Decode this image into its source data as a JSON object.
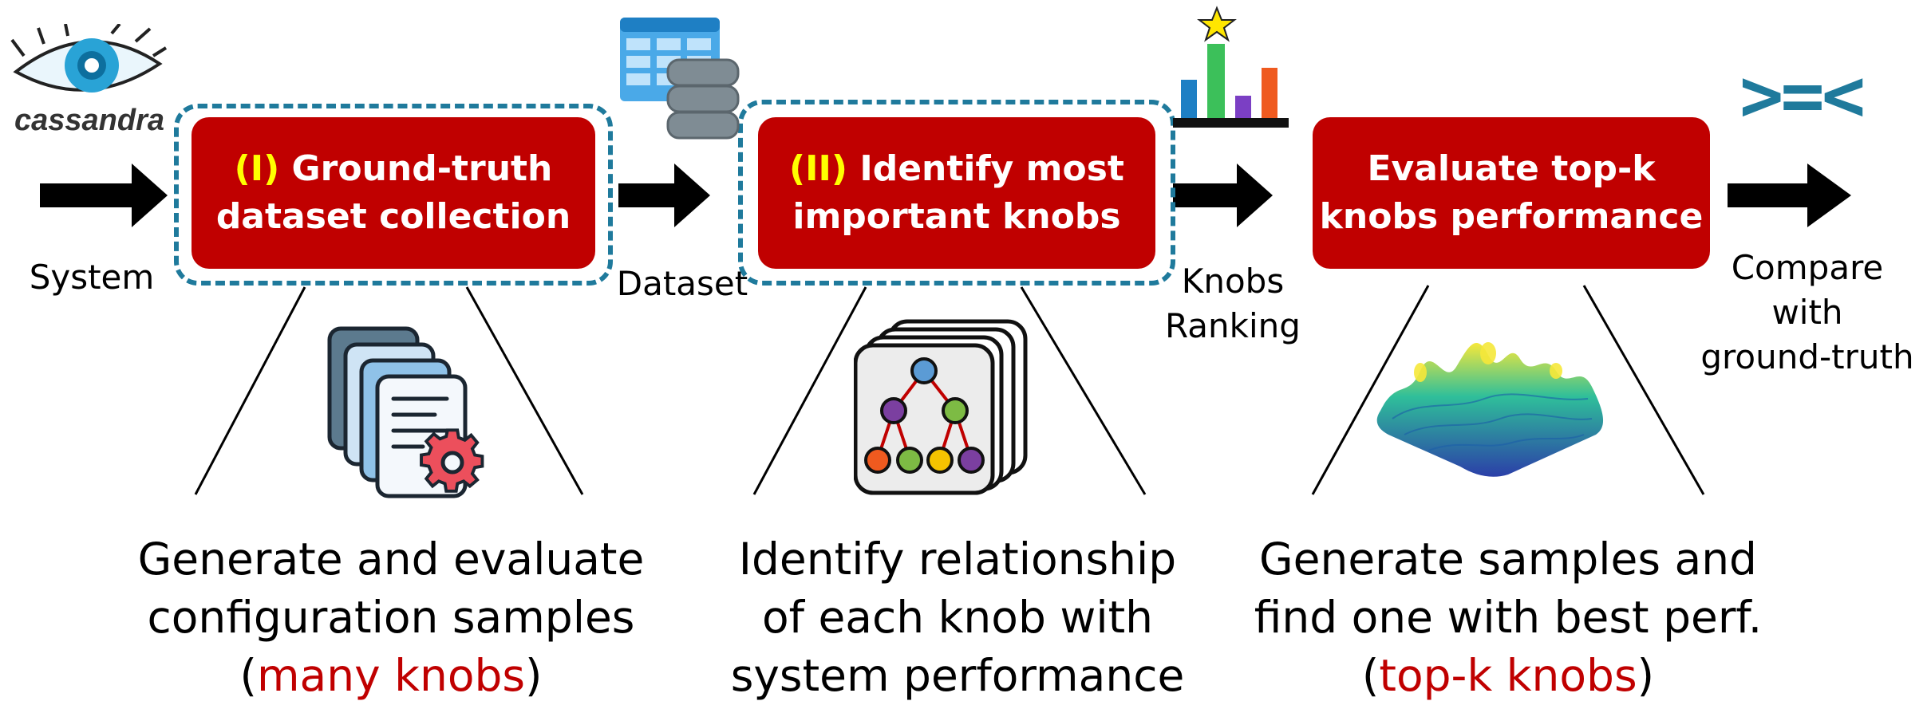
{
  "brand": {
    "name": "cassandra"
  },
  "stages": [
    {
      "roman": "(I)",
      "title_line1": " Ground-truth",
      "title_line2": "dataset collection",
      "desc_line1": "Generate and evaluate",
      "desc_line2": "configuration samples",
      "desc_line3_open": "(",
      "desc_line3_highlight": "many knobs",
      "desc_line3_close": ")"
    },
    {
      "roman": "(II)",
      "title_line1": " Identify most",
      "title_line2": "important knobs",
      "desc_line1": "Identify relationship",
      "desc_line2": "of each knob with",
      "desc_line3": "system performance"
    },
    {
      "title_line1": "Evaluate top-k",
      "title_line2": "knobs performance",
      "desc_line1": "Generate samples and",
      "desc_line2": "find one with best perf.",
      "desc_line3_open": "(",
      "desc_line3_highlight": "top-k knobs",
      "desc_line3_close": ")"
    }
  ],
  "flow_labels": {
    "system": "System",
    "dataset": "Dataset",
    "ranking_line1": "Knobs",
    "ranking_line2": "Ranking",
    "compare_line1": "Compare",
    "compare_line2": "with",
    "compare_line3": "ground-truth"
  },
  "compare_symbol": ">=<",
  "colors": {
    "stage_fill": "#c00000",
    "stage_highlight": "#ffff00",
    "dashed_border": "#1f7a9c",
    "accent_text": "#c00000"
  },
  "icons": [
    "cassandra-eye-icon",
    "database-table-icon",
    "bar-chart-star-icon",
    "compare-symbol-icon",
    "config-documents-gear-icon",
    "decision-tree-cards-icon",
    "surface-plot-icon"
  ]
}
